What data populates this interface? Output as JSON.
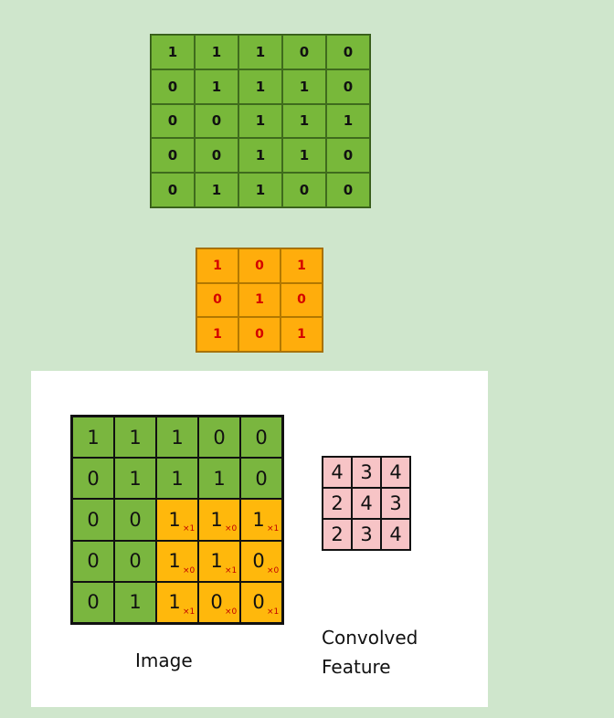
{
  "top_matrix": [
    [
      "1",
      "1",
      "1",
      "0",
      "0"
    ],
    [
      "0",
      "1",
      "1",
      "1",
      "0"
    ],
    [
      "0",
      "0",
      "1",
      "1",
      "1"
    ],
    [
      "0",
      "0",
      "1",
      "1",
      "0"
    ],
    [
      "0",
      "1",
      "1",
      "0",
      "0"
    ]
  ],
  "kernel_matrix": [
    [
      "1",
      "0",
      "1"
    ],
    [
      "0",
      "1",
      "0"
    ],
    [
      "1",
      "0",
      "1"
    ]
  ],
  "image_matrix": [
    [
      "1",
      "1",
      "1",
      "0",
      "0"
    ],
    [
      "0",
      "1",
      "1",
      "1",
      "0"
    ],
    [
      "0",
      "0",
      "1",
      "1",
      "1"
    ],
    [
      "0",
      "0",
      "1",
      "1",
      "0"
    ],
    [
      "0",
      "1",
      "1",
      "0",
      "0"
    ]
  ],
  "image_highlight": {
    "rows": [
      2,
      3,
      4
    ],
    "cols": [
      2,
      3,
      4
    ],
    "subscripts": [
      [
        "×1",
        "×0",
        "×1"
      ],
      [
        "×0",
        "×1",
        "×0"
      ],
      [
        "×1",
        "×0",
        "×1"
      ]
    ]
  },
  "convolved_matrix": [
    [
      "4",
      "3",
      "4"
    ],
    [
      "2",
      "4",
      "3"
    ],
    [
      "2",
      "3",
      "4"
    ]
  ],
  "captions": {
    "image": "Image",
    "convolved_line1": "Convolved",
    "convolved_line2": "Feature"
  },
  "colors": {
    "background": "#cfe6cc",
    "input_green": "#78b83a",
    "kernel_orange": "#ffad0c",
    "kernel_text_red": "#d40000",
    "feature_pink": "#f7c4c6"
  }
}
